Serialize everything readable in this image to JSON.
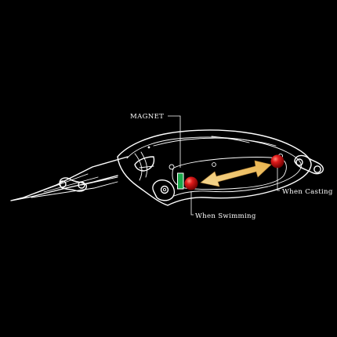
{
  "labels": {
    "magnet": "MAGNET",
    "when_casting": "When Casting",
    "when_swimming": "When Swimming"
  },
  "colors": {
    "background": "#000000",
    "outline": "#ffffff",
    "magnet": "#19a84a",
    "ball": "#cc1111",
    "arrow": "#f2c96b"
  }
}
